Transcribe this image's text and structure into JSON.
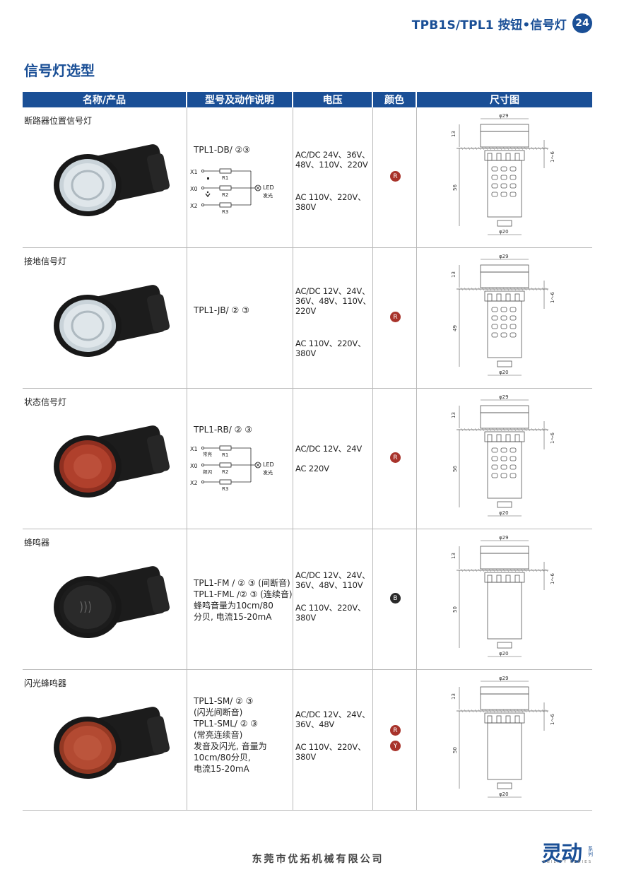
{
  "header": {
    "title": "TPB1S/TPL1 按钮•信号灯",
    "page_number": "24"
  },
  "section_title": "信号灯选型",
  "table": {
    "columns": [
      "名称/产品",
      "型号及动作说明",
      "电压",
      "颜色",
      "尺寸图"
    ],
    "rows": [
      {
        "name": "断路器位置信号灯",
        "lens": "clear",
        "model": "TPL1-DB/ ②③",
        "wiring": {
          "x1": "X1",
          "x0": "X0",
          "x2": "X2",
          "r1": "R1",
          "r2": "R2",
          "r3": "R3",
          "led": "LED",
          "glow": "发光",
          "note_top": "",
          "note_mid": ""
        },
        "voltage_1": "AC/DC 24V、36V、\n48V、110V、220V",
        "voltage_2": "AC 110V、220V、\n380V",
        "colors": [
          {
            "letter": "R",
            "hex": "#a8332b"
          }
        ],
        "dims": {
          "top": "φ29",
          "bottom": "φ20",
          "h1": "13",
          "h2": "56",
          "panel": "1～6"
        }
      },
      {
        "name": "接地信号灯",
        "lens": "clear",
        "model": "TPL1-JB/ ② ③",
        "voltage_1": "AC/DC 12V、24V、\n36V、48V、110V、\n220V",
        "voltage_2": "AC 110V、220V、\n380V",
        "colors": [
          {
            "letter": "R",
            "hex": "#a8332b"
          }
        ],
        "dims": {
          "top": "φ29",
          "bottom": "φ20",
          "h1": "13",
          "h2": "49",
          "panel": "1～6"
        }
      },
      {
        "name": "状态信号灯",
        "lens": "red",
        "model": "TPL1-RB/ ② ③",
        "wiring": {
          "x1": "X1",
          "x0": "X0",
          "x2": "X2",
          "r1": "R1",
          "r2": "R2",
          "r3": "R3",
          "led": "LED",
          "glow": "发光",
          "note_top": "常亮",
          "note_mid": "",
          "note_bot": "频闪"
        },
        "voltage_1": "AC/DC 12V、24V",
        "voltage_2": "AC 220V",
        "colors": [
          {
            "letter": "R",
            "hex": "#a8332b"
          }
        ],
        "dims": {
          "top": "φ29",
          "bottom": "φ20",
          "h1": "13",
          "h2": "56",
          "panel": "1～6"
        }
      },
      {
        "name": "蜂鸣器",
        "lens": "black",
        "model": "TPL1-FM / ② ③ (间断音)\nTPL1-FML /② ③ (连续音)\n蜂鸣音量为10cm/80\n分贝, 电流15-20mA",
        "voltage_1": "AC/DC 12V、24V、\n36V、48V、110V",
        "voltage_2": "AC 110V、220V、\n380V",
        "colors": [
          {
            "letter": "B",
            "hex": "#2a2a2a"
          }
        ],
        "dims": {
          "top": "φ29",
          "bottom": "φ20",
          "h1": "13",
          "h2": "50",
          "panel": "1～6"
        }
      },
      {
        "name": "闪光蜂鸣器",
        "lens": "orange",
        "model": "TPL1-SM/ ② ③\n(闪光间断音)\nTPL1-SML/ ② ③\n(常亮连续音)\n发音及闪光, 音量为\n10cm/80分贝,\n电流15-20mA",
        "voltage_1": "AC/DC 12V、24V、\n36V、48V",
        "voltage_2": "AC 110V、220V、\n380V",
        "colors": [
          {
            "letter": "R",
            "hex": "#a8332b"
          },
          {
            "letter": "Y",
            "hex": "#a8332b"
          }
        ],
        "dims": {
          "top": "φ29",
          "bottom": "φ20",
          "h1": "13",
          "h2": "50",
          "panel": "1～6"
        }
      }
    ]
  },
  "footer": {
    "company": "东莞市优拓机械有限公司",
    "brand": "灵动",
    "brand_series": "系列",
    "brand_en": "AGILITY SERIES"
  }
}
